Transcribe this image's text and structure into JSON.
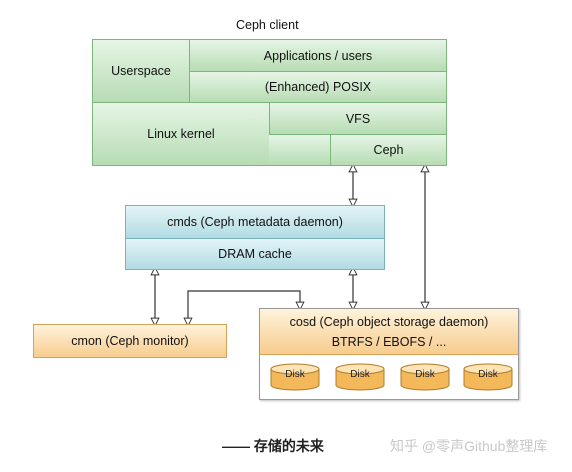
{
  "client": {
    "title": "Ceph client",
    "userspace": "Userspace",
    "applications": "Applications / users",
    "posix": "(Enhanced) POSIX",
    "kernel": "Linux kernel",
    "vfs": "VFS",
    "ceph": "Ceph"
  },
  "cmds": {
    "title": "cmds (Ceph metadata daemon)",
    "cache": "DRAM cache"
  },
  "cmon": {
    "title": "cmon (Ceph monitor)"
  },
  "cosd": {
    "title": "cosd (Ceph object storage daemon)",
    "fs": "BTRFS / EBOFS / ...",
    "disks": [
      "Disk",
      "Disk",
      "Disk",
      "Disk"
    ]
  },
  "footer": {
    "caption": "—— 存储的未来",
    "watermark": "知乎 @零声Github整理库"
  },
  "colors": {
    "green": "#b7dcb3",
    "teal": "#b2dbe3",
    "orange": "#f7cc8d",
    "disk": "#f6c36b"
  }
}
